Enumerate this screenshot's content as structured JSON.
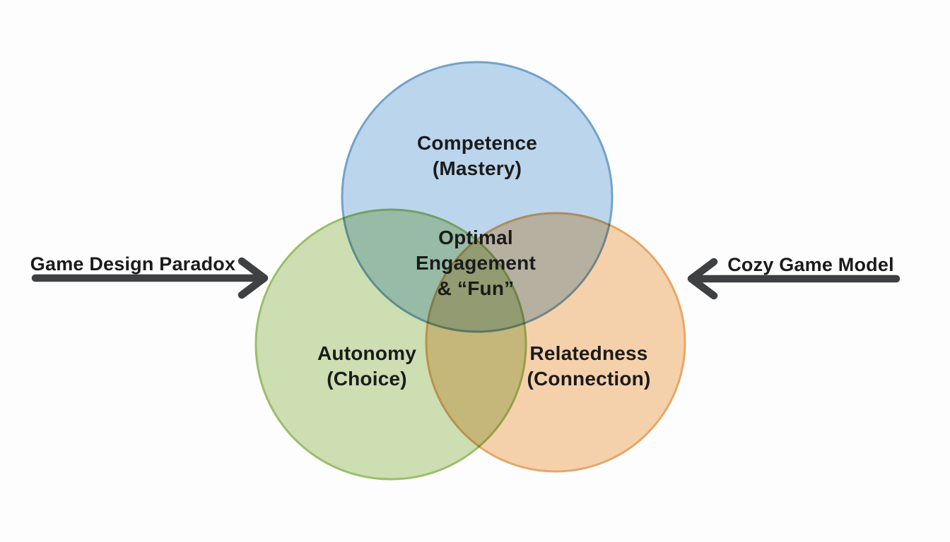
{
  "page": {
    "background": "#FDFDFD"
  },
  "diagram": {
    "type": "venn",
    "circles": [
      {
        "id": "competence",
        "label": "Competence\n(Mastery)",
        "fill": "#BDD7EE",
        "stroke": "#73A3CB"
      },
      {
        "id": "autonomy",
        "label": "Autonomy\n(Choice)",
        "fill": "#CEE0B4",
        "stroke": "#9CC06A"
      },
      {
        "id": "relatedness",
        "label": "Relatedness\n(Connection)",
        "fill": "#F7D3AD",
        "stroke": "#E9A868"
      }
    ],
    "center_label": "Optimal\nEngagement\n& “Fun”"
  },
  "annotations": {
    "left_arrow": {
      "label": "Game Design Paradox",
      "direction": "right"
    },
    "right_arrow": {
      "label": "Cozy Game Model",
      "direction": "left"
    },
    "arrow_color": "#3F4042",
    "text_color": "#1B1B1B"
  }
}
